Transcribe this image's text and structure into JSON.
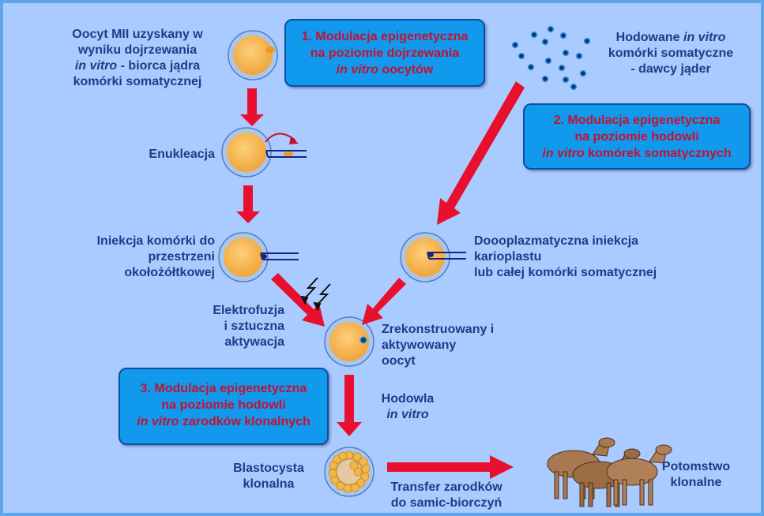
{
  "oocyte_label": {
    "l1": "Oocyt MII uzyskany w",
    "l2": "wyniku dojrzewania",
    "l3_italic": "in vitro",
    "l3_rest": " - biorca jądra",
    "l4": "komórki somatycznej"
  },
  "enucleation_label": "Enukleacja",
  "injection_label": {
    "l1": "Iniekcja komórki do",
    "l2": "przestrzeni",
    "l3": "okołożółtkowej"
  },
  "electrofusion_label": {
    "l1": "Elektrofuzja",
    "l2": "i sztuczna",
    "l3": "aktywacja"
  },
  "reconstructed_label": {
    "l1": "Zrekonstruowany i",
    "l2": "aktywowany",
    "l3": "oocyt"
  },
  "culture_label": {
    "l1": "Hodowla",
    "l2_italic": "in vitro"
  },
  "blastocyst_label": {
    "l1": "Blastocysta",
    "l2": "klonalna"
  },
  "transfer_label": {
    "l1": "Transfer zarodków",
    "l2": "do samic-biorczyń"
  },
  "offspring_label": {
    "l1": "Potomstwo",
    "l2": "klonalne"
  },
  "somatic_cells_label": {
    "l1_pre": "Hodowane ",
    "l1_italic": "in vitro",
    "l2": "komórki somatyczne",
    "l3": "-  dawcy jąder"
  },
  "cytoplasmic_label": {
    "l1": "Doooplazmatyczna iniekcja",
    "l2": "karioplastu",
    "l3": "lub całej komórki somatycznej"
  },
  "box1": {
    "l1": "1. Modulacja epigenetyczna",
    "l2": "na poziomie dojrzewania",
    "l3_italic": "in vitro",
    "l3_rest": " oocytów"
  },
  "box2": {
    "l1": "2. Modulacja epigenetyczna",
    "l2": "na poziomie hodowli",
    "l3_italic": "in vitro",
    "l3_rest": " komórek somatycznych"
  },
  "box3": {
    "l1": "3. Modulacja epigenetyczna",
    "l2": "na poziomie hodowli",
    "l3_italic": "in vitro",
    "l3_rest": " zarodków klonalnych"
  },
  "colors": {
    "background": "#aacbff",
    "frame": "#5ea6e8",
    "arrow": "#e8102e",
    "cell_fill": "#f5b04a",
    "zona": "#9fc0ec",
    "box_fill": "#1199ee",
    "text": "#1f3a8a",
    "highlight_text": "#c8102e"
  }
}
